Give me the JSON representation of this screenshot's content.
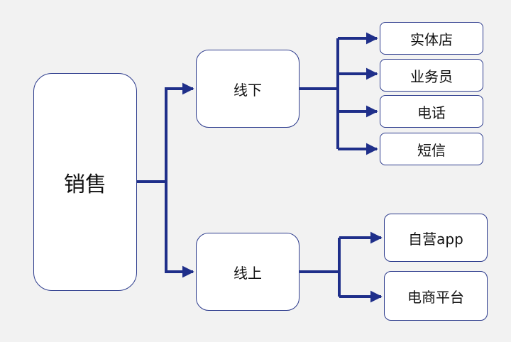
{
  "diagram": {
    "root": {
      "label": "销售"
    },
    "branches": [
      {
        "label": "线下",
        "children": [
          "实体店",
          "业务员",
          "电话",
          "短信"
        ]
      },
      {
        "label": "线上",
        "children": [
          "自营app",
          "电商平台"
        ]
      }
    ]
  },
  "colors": {
    "connector": "#1f2f8a",
    "node_border": "#2b3a8c",
    "node_fill": "#ffffff",
    "background": "#f2f2f2"
  }
}
